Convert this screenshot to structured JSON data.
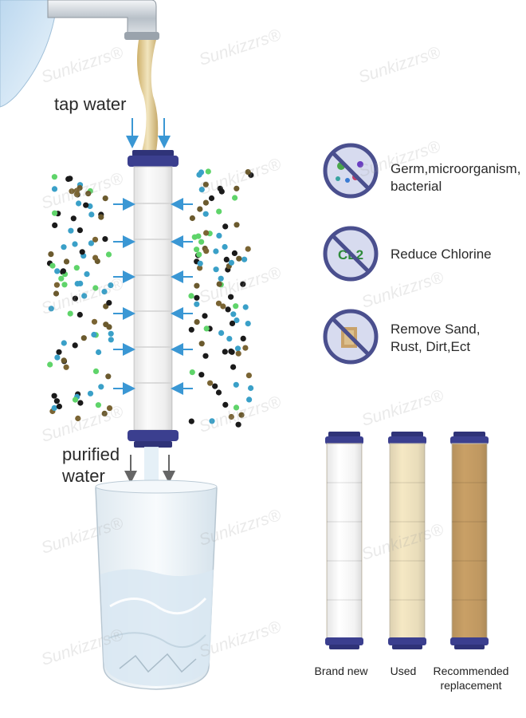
{
  "labels": {
    "tap_water": "tap water",
    "purified_line1": "purified",
    "purified_line2": "water"
  },
  "features": [
    {
      "icon": "germ-icon",
      "line1": "Germ,microorganism,",
      "line2": "bacterial"
    },
    {
      "icon": "chlorine-icon",
      "icon_text": "CL2",
      "line1": "Reduce Chlorine",
      "line2": ""
    },
    {
      "icon": "sand-rust-icon",
      "line1": "Remove Sand,",
      "line2": "Rust, Dirt,Ect"
    }
  ],
  "filter_stages": [
    {
      "line1": "Brand new",
      "line2": "",
      "color": "#ffffff"
    },
    {
      "line1": "Used",
      "line2": "",
      "color": "#f5e8c4"
    },
    {
      "line1": "Recommended",
      "line2": "replacement",
      "color": "#c9a066"
    }
  ],
  "watermark": "Sunkizzrs®",
  "colors": {
    "cap": "#3b3f8f",
    "arrow": "#3a97d4",
    "prohibit_ring": "#4a4f8e",
    "prohibit_bg": "#d7dbef",
    "water": "#d3e6f3"
  }
}
